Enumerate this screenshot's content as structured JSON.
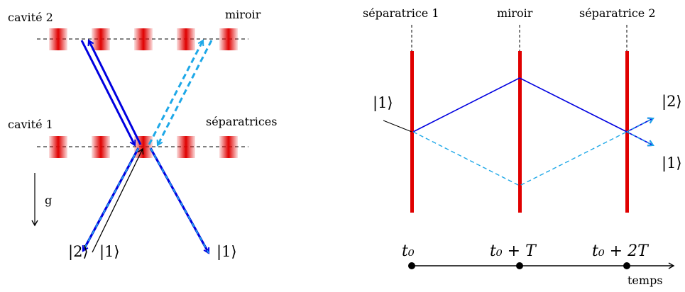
{
  "left_panel": {
    "cavity2_label": "cavité 2",
    "mirror_label": "miroir",
    "cavity1_label": "cavité 1",
    "splitters_label": "séparatrices",
    "gravity_label": "g",
    "ket_2": "|2⟩",
    "ket_1_a": "|1⟩",
    "ket_1_b": "|1⟩"
  },
  "right_panel": {
    "splitter1_label": "séparatrice 1",
    "mirror_label": "miroir",
    "splitter2_label": "séparatrice 2",
    "ket_in": "|1⟩",
    "ket_out_2": "|2⟩",
    "ket_out_1": "|1⟩",
    "time_labels": [
      "t₀",
      "t₀ + T",
      "t₀ + 2T"
    ],
    "time_axis_label": "temps"
  },
  "colors": {
    "pulse_red": "#e00000",
    "path_blue": "#0000e0",
    "path_cyan": "#1ea8e8",
    "black": "#000000"
  }
}
